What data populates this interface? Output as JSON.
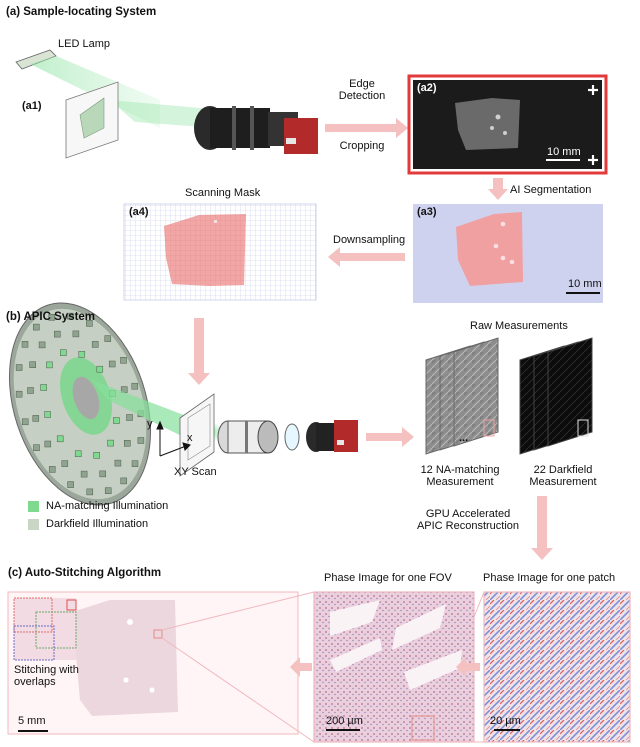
{
  "sections": {
    "a": "(a) Sample-locating System",
    "b": "(b) APIC System",
    "c": "(c) Auto-Stitching Algorithm"
  },
  "panel_a": {
    "led_lamp": "LED Lamp",
    "a1": "(a1)",
    "edge_detection": "Edge\nDetection",
    "cropping": "Cropping",
    "a2": "(a2)",
    "a2_scale": "10 mm",
    "ai_segmentation": "AI Segmentation",
    "a3": "(a3)",
    "a3_scale": "10 mm",
    "downsampling": "Downsampling",
    "scanning_mask": "Scanning Mask",
    "a4": "(a4)"
  },
  "panel_b": {
    "raw_measurements": "Raw Measurements",
    "axis_y": "y",
    "axis_x": "x",
    "xy_scan": "XY Scan",
    "na_matching_measurement": "12 NA-matching\nMeasurement",
    "darkfield_measurement": "22 Darkfield\nMeasurement",
    "ellipsis": "...",
    "legend_na": "NA-matching  Illumination",
    "legend_df": "Darkfield Illumination",
    "gpu_reconstruction": "GPU Accelerated\nAPIC Reconstruction"
  },
  "panel_c": {
    "phase_fov": "Phase Image  for one FOV",
    "phase_patch": "Phase Image  for one patch",
    "stitching": "Stitching with\noverlaps",
    "scale_5mm": "5 mm",
    "scale_200um": "200 µm",
    "scale_20um": "20 µm"
  },
  "colors": {
    "flow_arrow": "#f3b8b8",
    "green_light": "#6fd685",
    "na_legend": "#7fd98f",
    "df_legend": "#c9d6c6",
    "mask_pink": "#f0a6a6",
    "a3_background": "#cdd0ee",
    "red_frame": "#e23a3a"
  }
}
